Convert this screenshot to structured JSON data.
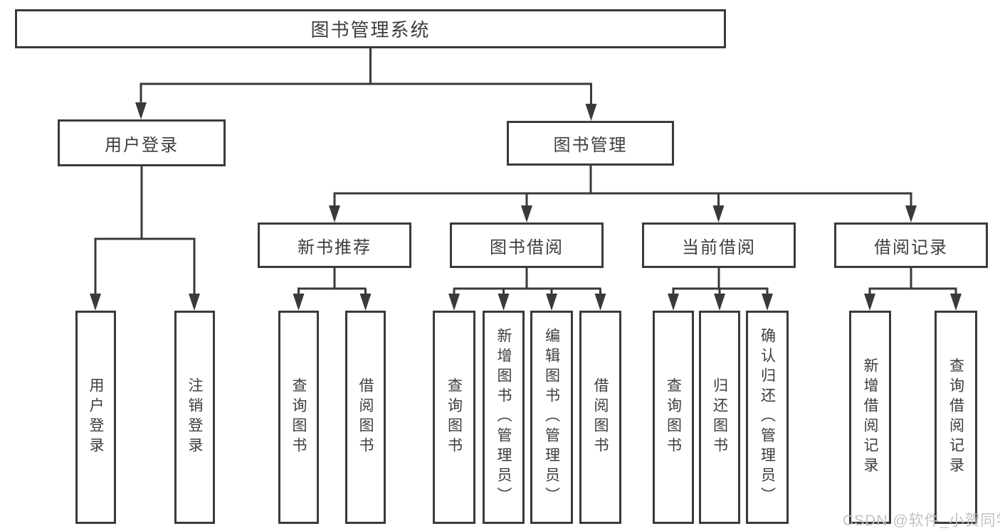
{
  "diagram": {
    "type": "tree",
    "root": {
      "label": "图书管理系统",
      "children": [
        {
          "label": "用户登录",
          "children": [
            {
              "label": "用户登录"
            },
            {
              "label": "注销登录"
            }
          ]
        },
        {
          "label": "图书管理",
          "children": [
            {
              "label": "新书推荐",
              "children": [
                {
                  "label": "查询图书"
                },
                {
                  "label": "借阅图书"
                }
              ]
            },
            {
              "label": "图书借阅",
              "children": [
                {
                  "label": "查询图书"
                },
                {
                  "label": "新增图书（管理员）"
                },
                {
                  "label": "编辑图书（管理员）"
                },
                {
                  "label": "借阅图书"
                }
              ]
            },
            {
              "label": "当前借阅",
              "children": [
                {
                  "label": "查询图书"
                },
                {
                  "label": "归还图书"
                },
                {
                  "label": "确认归还（管理员）"
                }
              ]
            },
            {
              "label": "借阅记录",
              "children": [
                {
                  "label": "新增借阅记录"
                },
                {
                  "label": "查询借阅记录"
                }
              ]
            }
          ]
        }
      ]
    }
  },
  "watermark": {
    "text": "CSDN @软件_小贺同学"
  },
  "colors": {
    "line": "#3a3a3a",
    "text": "#3d3d3d",
    "watermark": "#c2c2c6",
    "background": "#ffffff"
  }
}
